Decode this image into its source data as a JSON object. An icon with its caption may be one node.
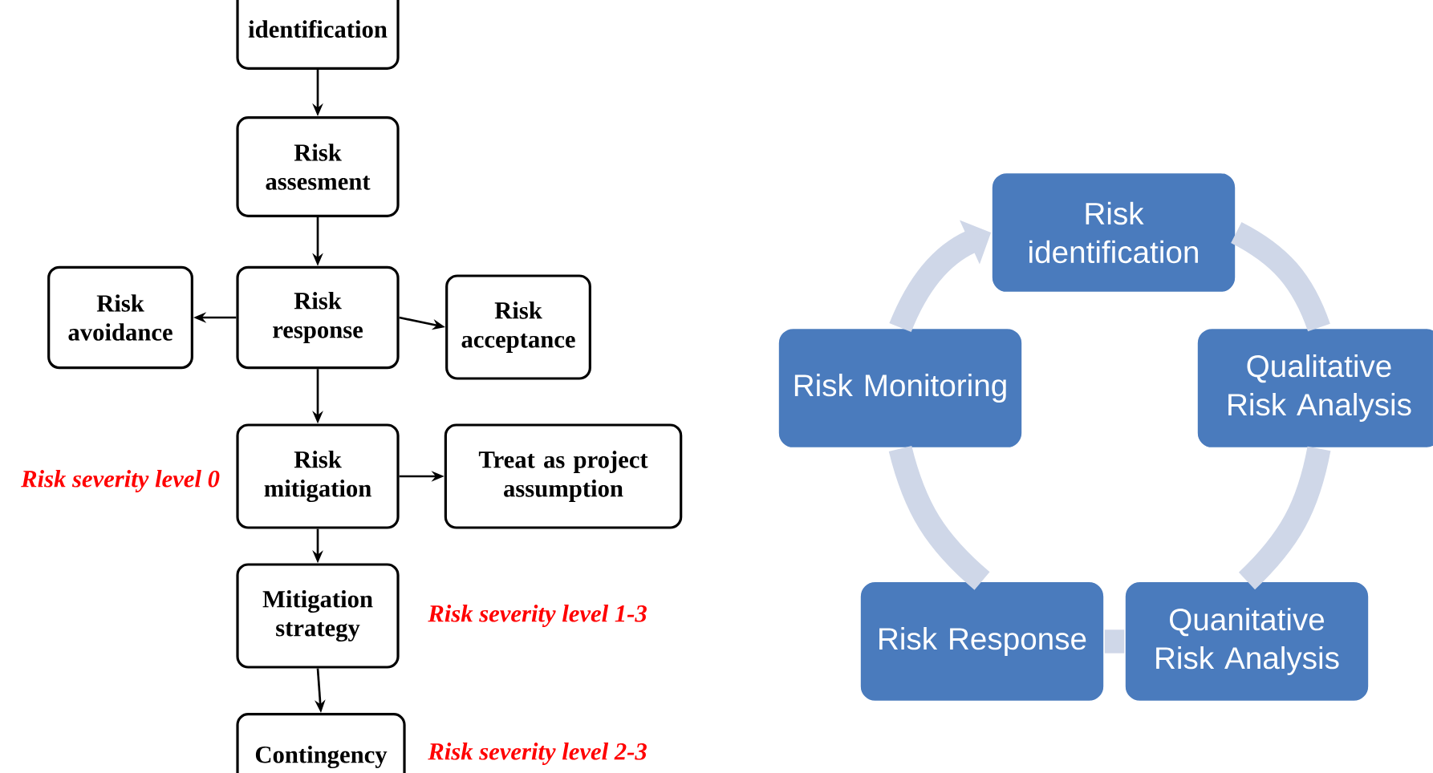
{
  "diagram": {
    "nodes": [
      {
        "text": [
          "identification"
        ]
      },
      {
        "text": [
          "Risk assesment"
        ]
      },
      {
        "text": [
          "Risk avoidance"
        ]
      },
      {
        "text": [
          "Risk response"
        ]
      },
      {
        "text": [
          "Risk acceptance"
        ]
      },
      {
        "text": [
          "Risk mitigation"
        ]
      },
      {
        "text": [
          "Treat as project assumption"
        ]
      },
      {
        "text": [
          "Mitigation strategy"
        ]
      },
      {
        "text": [
          "Contingency"
        ]
      },
      {
        "text": [
          "Risk identification"
        ]
      },
      {
        "text": [
          "Risk Monitoring"
        ]
      },
      {
        "text": [
          "Qualitative Risk Analysis"
        ]
      },
      {
        "text": [
          "Risk Response"
        ]
      },
      {
        "text": [
          "Quanitative Risk Analysis"
        ]
      }
    ],
    "edges": [
      {
        "from": 0,
        "to": 1,
        "arrow": "to"
      },
      {
        "from": 1,
        "to": 3,
        "arrow": "to"
      },
      {
        "from": 3,
        "to": 2,
        "arrow": "to"
      },
      {
        "from": 3,
        "to": 4,
        "arrow": "to"
      },
      {
        "from": 3,
        "to": 5,
        "arrow": "to"
      },
      {
        "from": 5,
        "to": 6,
        "arrow": "to"
      },
      {
        "from": 5,
        "to": 7,
        "arrow": "to"
      },
      {
        "from": 7,
        "to": 8,
        "arrow": "to"
      },
      {
        "from": 9,
        "to": 11,
        "arrow": "none",
        "style": "thick",
        "color": "#cfd7e8"
      },
      {
        "from": 11,
        "to": 13,
        "arrow": "none",
        "style": "thick",
        "color": "#cfd7e8"
      },
      {
        "from": 13,
        "to": 12,
        "arrow": "none",
        "style": "thick",
        "color": "#cfd7e8"
      },
      {
        "from": 12,
        "to": 10,
        "arrow": "none",
        "style": "thick",
        "color": "#cfd7e8"
      },
      {
        "from": 10,
        "to": 9,
        "arrow": "to",
        "style": "thick",
        "color": "#cfd7e8"
      }
    ],
    "labels": [
      "Risk severity level 0",
      "Risk severity level 1-3",
      "Risk severity level 2-3"
    ]
  }
}
